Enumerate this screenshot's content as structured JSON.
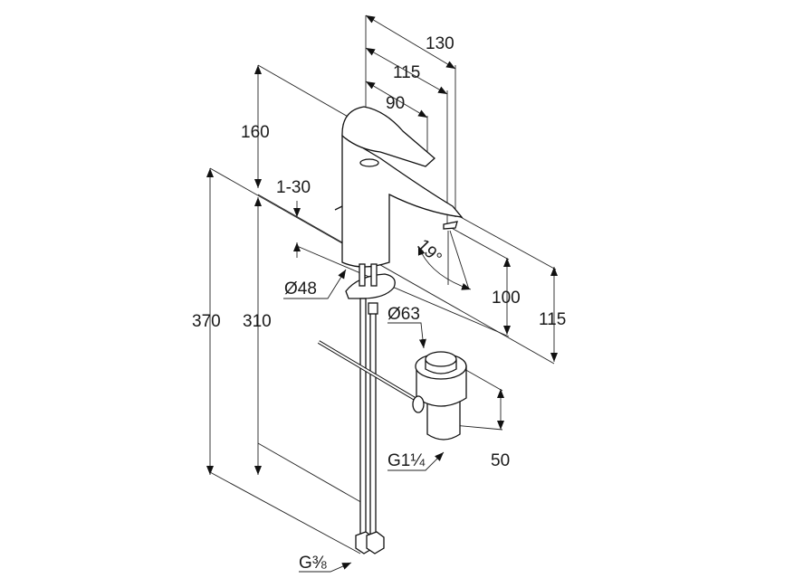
{
  "drawing": {
    "dimensions": {
      "reach_130": "130",
      "reach_115": "115",
      "lever_90": "90",
      "body_height_160": "160",
      "deck_thickness": "1-30",
      "spout_angle": "19°",
      "spout_height_100": "100",
      "spout_height_115": "115",
      "body_diameter": "Ø48",
      "waste_diameter": "Ø63",
      "total_length_370": "370",
      "hose_length_310": "310",
      "waste_height_50": "50",
      "waste_thread": "G1¼",
      "hose_thread": "G⅜"
    }
  }
}
